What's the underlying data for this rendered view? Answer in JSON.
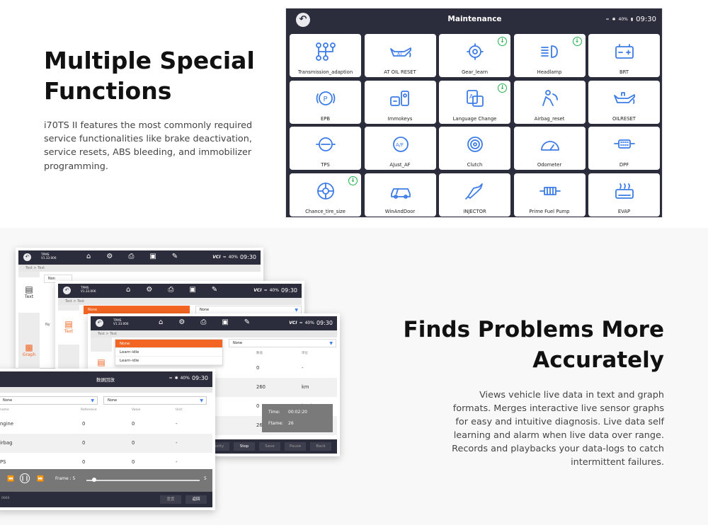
{
  "section1": {
    "title_line1": "Multiple Special",
    "title_line2": "Functions",
    "description": "i70TS II features the most commonly required service functionalities like brake deactivation, service resets, ABS bleeding, and immobilizer programming."
  },
  "maintenance": {
    "title": "Maintenance",
    "battery": "40%",
    "time": "09:30",
    "tiles": [
      {
        "label": "Transmission_adaption",
        "icon": "gear-shift-icon",
        "badge": false
      },
      {
        "label": "AT OIL RESET",
        "icon": "at-oil-can-icon",
        "badge": false
      },
      {
        "label": "Gear_learn",
        "icon": "gear-learn-icon",
        "badge": true
      },
      {
        "label": "Headlamp",
        "icon": "headlamp-icon",
        "badge": true
      },
      {
        "label": "BRT",
        "icon": "battery-icon",
        "badge": false
      },
      {
        "label": "EPB",
        "icon": "parking-brake-icon",
        "badge": false
      },
      {
        "label": "Immokeys",
        "icon": "immobilizer-key-icon",
        "badge": false
      },
      {
        "label": "Language Change",
        "icon": "language-icon",
        "badge": true
      },
      {
        "label": "Airbag_reset",
        "icon": "airbag-icon",
        "badge": false
      },
      {
        "label": "OILRESET",
        "icon": "oil-can-icon",
        "badge": false
      },
      {
        "label": "TPS",
        "icon": "throttle-icon",
        "badge": false
      },
      {
        "label": "AJust_AF",
        "icon": "af-gauge-icon",
        "badge": false
      },
      {
        "label": "Clutch",
        "icon": "clutch-icon",
        "badge": false
      },
      {
        "label": "Odometer",
        "icon": "odometer-icon",
        "badge": false
      },
      {
        "label": "DPF",
        "icon": "dpf-filter-icon",
        "badge": false
      },
      {
        "label": "Chance_tire_size",
        "icon": "tire-icon",
        "badge": true
      },
      {
        "label": "WinAndDoor",
        "icon": "car-door-icon",
        "badge": false
      },
      {
        "label": "INJECTOR",
        "icon": "injector-icon",
        "badge": false
      },
      {
        "label": "Prime Fuel Pump",
        "icon": "fuel-pump-icon",
        "badge": false
      },
      {
        "label": "EVAP",
        "icon": "evap-icon",
        "badge": false
      }
    ]
  },
  "section2": {
    "title_line1": "Finds Problems More",
    "title_line2": "Accurately",
    "description": "Views vehicle live data in text and graph formats. Merges interactive live sensor graphs for easy and intuitive diagnosis. Live data self learning and alarm when live data over range. Records and playbacks your data-logs to catch intermittent failures."
  },
  "live": {
    "app_name": "TPMS",
    "version": "V1.33.006",
    "vci": "VCI",
    "battery": "40%",
    "time": "09:30",
    "crumb": "Test > Test",
    "side_text": "Text",
    "side_graph": "Graph",
    "none": "None",
    "select_none_partial": "Non",
    "ny_partial": "Ny",
    "options": [
      "None",
      "Learn-idle",
      "Learn-idle"
    ],
    "col_value": "数值",
    "col_unit": "单位",
    "values": [
      {
        "value": "0",
        "unit": "-"
      },
      {
        "value": "260",
        "unit": "km"
      },
      {
        "value": "0",
        "unit": "km/h"
      },
      {
        "value": "260",
        "unit": "km"
      }
    ],
    "tooltip": {
      "time_label": "Time:",
      "time_value": "00:02:20",
      "frame_label": "Ftame:",
      "frame_value": "26"
    },
    "footer": [
      "Setty",
      "Stop",
      "Save",
      "Pause",
      "Back"
    ]
  },
  "playback": {
    "title": "数据回放",
    "battery": "40%",
    "time": "09:30",
    "select1": "None",
    "select2": "None",
    "headers": [
      "name",
      "Reference",
      "Value",
      "Unit"
    ],
    "rows": [
      {
        "name": "ngine",
        "ref": "0",
        "value": "0",
        "unit": "-"
      },
      {
        "name": "irbag",
        "ref": "0",
        "value": "0",
        "unit": "-"
      },
      {
        "name": "PS",
        "ref": "0",
        "value": "0",
        "unit": "-"
      }
    ],
    "frame_label": "Frame : 5",
    "frame_end": "5",
    "footer_left": "0660",
    "btn_back1": "重置",
    "btn_back2": "返回"
  }
}
